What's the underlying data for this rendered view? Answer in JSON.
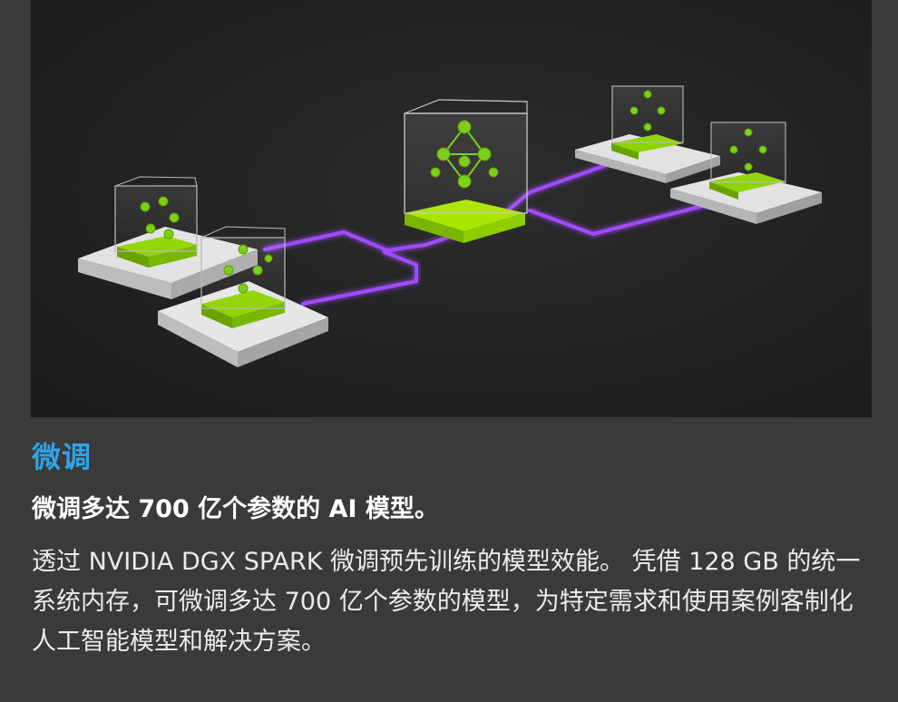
{
  "hero": {
    "image_alt_icon": "ai-model-network-illustration",
    "colors": {
      "accent_green": "#8fd400",
      "accent_purple": "#a04cff",
      "platform_white": "#e6e6e6"
    }
  },
  "section": {
    "title": "微调",
    "subtitle": "微调多达 700 亿个参数的 AI 模型。",
    "body": "透过 NVIDIA DGX SPARK 微调预先训练的模型效能。 凭借 128 GB 的统一系统内存，可微调多达 700 亿个参数的模型，为特定需求和使用案例客制化人工智能模型和解决方案。"
  },
  "colors": {
    "title_blue": "#2fa4e7",
    "background": "#3a3a3a"
  }
}
